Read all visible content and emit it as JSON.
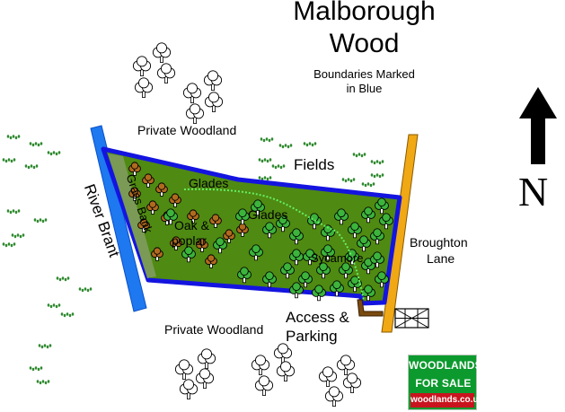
{
  "title": {
    "line1": "Malborough",
    "line2": "Wood"
  },
  "subtitle": {
    "line1": "Boundaries Marked",
    "line2": "in Blue"
  },
  "labels": {
    "private_woodland_north": "Private Woodland",
    "private_woodland_south": "Private Woodland",
    "fields": "Fields",
    "river": "River Brant",
    "grass_bank": "Grass Bank",
    "glades_1": "Glades",
    "glades_2": "Glades",
    "oak_poplar_1": "Oak &",
    "oak_poplar_2": "poplar",
    "sycamore": "Sycamore",
    "access_1": "Access &",
    "access_2": "Parking",
    "lane_1": "Broughton",
    "lane_2": "Lane",
    "north": "N"
  },
  "badge": {
    "line1": "WOODLANDS",
    "line2": "FOR SALE",
    "url": "woodlands.co.uk"
  },
  "icons": {
    "compass": "north-arrow-icon",
    "gate": "gate-icon",
    "tree": "tree-icon"
  },
  "colors": {
    "boundary": "#1414e0",
    "wood_fill": "#4f8a12",
    "tree_fill": "#3cb43c",
    "tree_alt_fill": "#b06a1e",
    "river": "#1e78f0",
    "lane": "#f0a814",
    "track": "#7a4a10",
    "path": "#64f064",
    "grass_bank": "#7a9a55",
    "field_tuft": "#2f8a2f"
  }
}
